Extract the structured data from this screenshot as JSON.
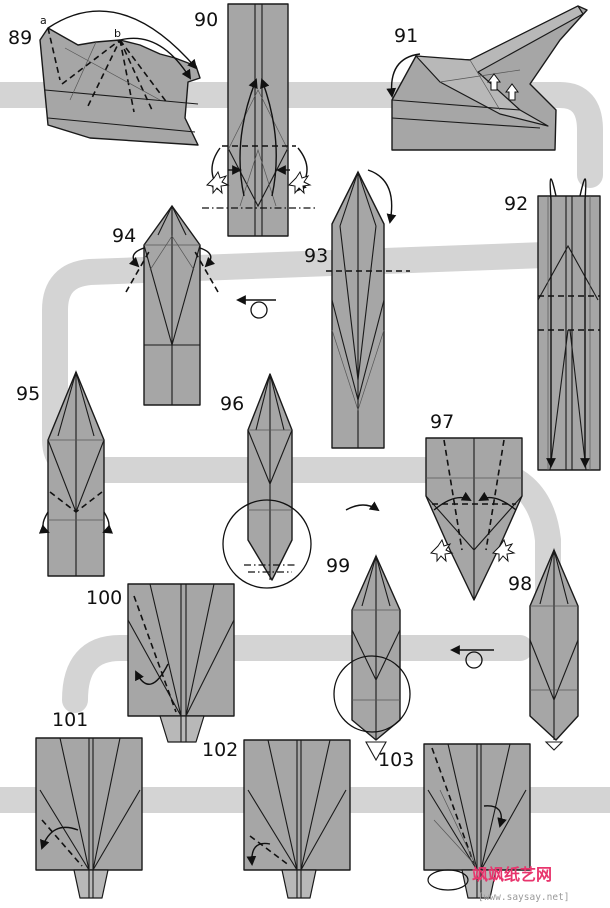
{
  "colors": {
    "paper": "#a6a6a6",
    "paper_light": "#b8b8b8",
    "flow_band": "#d4d4d4",
    "ink": "#1a1a1a",
    "watermark_red": "#e8356d",
    "watermark_gray": "#9a9a9a"
  },
  "steps": [
    {
      "number": "89",
      "point_labels": [
        "a",
        "b"
      ]
    },
    {
      "number": "90"
    },
    {
      "number": "91"
    },
    {
      "number": "92"
    },
    {
      "number": "93"
    },
    {
      "number": "94"
    },
    {
      "number": "95"
    },
    {
      "number": "96"
    },
    {
      "number": "97"
    },
    {
      "number": "98"
    },
    {
      "number": "99"
    },
    {
      "number": "100"
    },
    {
      "number": "101"
    },
    {
      "number": "102"
    },
    {
      "number": "103"
    }
  ],
  "symbols": [
    "turn-over-icon",
    "rotate-arrow-icon",
    "push-arrow-icon",
    "squash-star-icon"
  ],
  "watermark": {
    "logo_text": "飒飒纸艺网",
    "url": "[www.saysay.net]"
  }
}
